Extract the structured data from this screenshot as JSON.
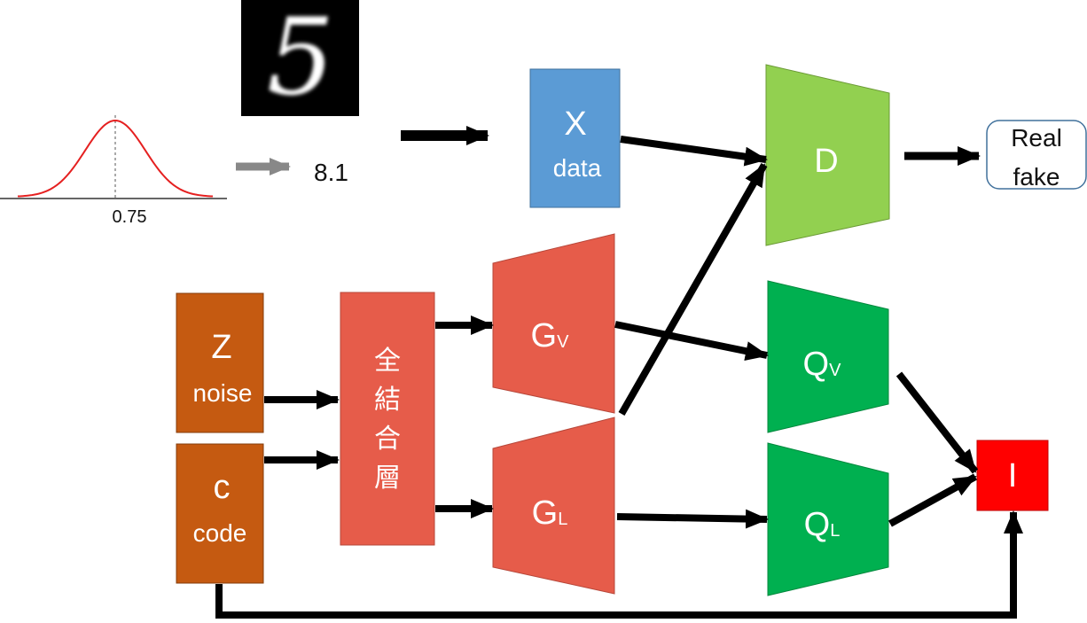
{
  "colors": {
    "blue": "#5b9bd5",
    "lime": "#92d050",
    "salmon": "#e65c4a",
    "brown": "#c55a11",
    "green": "#00b050",
    "red": "#ff0000",
    "curve": "#e52020",
    "arrow": "#000000",
    "arrow_gray": "#888888"
  },
  "sample": {
    "digit": "5",
    "value": "8.1",
    "peak_label": "0.75"
  },
  "nodes": {
    "x": {
      "title": "X",
      "subtitle": "data"
    },
    "d": {
      "title": "D"
    },
    "output": {
      "line1": "Real",
      "line2": "fake"
    },
    "z": {
      "title": "Z",
      "subtitle": "noise"
    },
    "c": {
      "title": "c",
      "subtitle": "code"
    },
    "fc": {
      "chars": [
        "全",
        "結",
        "合",
        "層"
      ]
    },
    "gv": {
      "title": "G",
      "subscript": "V"
    },
    "gl": {
      "title": "G",
      "subscript": "L"
    },
    "qv": {
      "title": "Q",
      "subscript": "V"
    },
    "ql": {
      "title": "Q",
      "subscript": "L"
    },
    "i": {
      "title": "I"
    }
  }
}
